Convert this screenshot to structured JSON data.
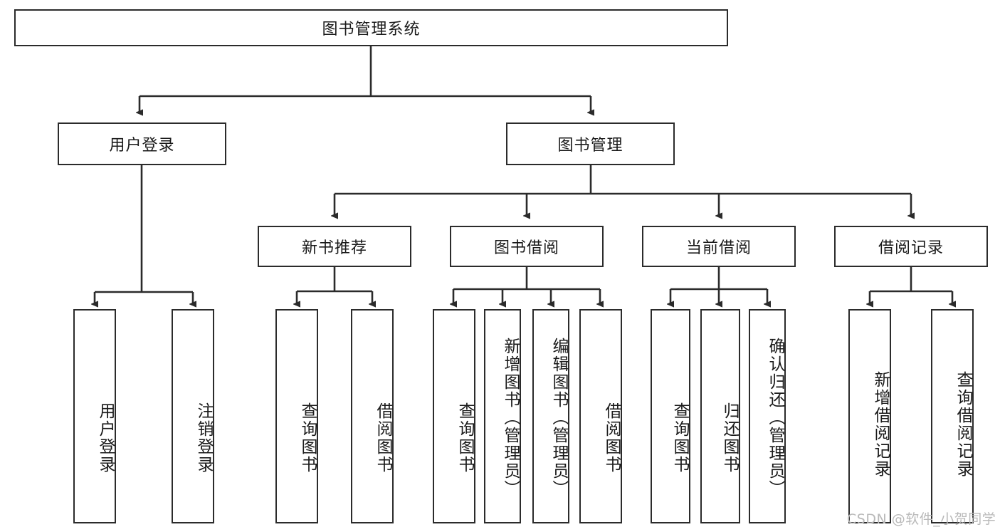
{
  "diagram": {
    "title": "图书管理系统",
    "type": "hierarchy-tree",
    "root": {
      "id": "root",
      "label": "图书管理系统",
      "orientation": "horizontal"
    },
    "level2": [
      {
        "id": "user-login",
        "label": "用户登录",
        "orientation": "horizontal"
      },
      {
        "id": "book-manage",
        "label": "图书管理",
        "orientation": "horizontal"
      }
    ],
    "level3": [
      {
        "id": "new-book-recommend",
        "label": "新书推荐",
        "orientation": "horizontal"
      },
      {
        "id": "book-borrow",
        "label": "图书借阅",
        "orientation": "horizontal"
      },
      {
        "id": "current-borrow",
        "label": "当前借阅",
        "orientation": "horizontal"
      },
      {
        "id": "borrow-record",
        "label": "借阅记录",
        "orientation": "horizontal"
      }
    ],
    "leaves": [
      {
        "id": "leaf-user-login",
        "label": "用户登录",
        "parent": "user-login",
        "orientation": "vertical"
      },
      {
        "id": "leaf-user-logout",
        "label": "注销登录",
        "parent": "user-login",
        "orientation": "vertical"
      },
      {
        "id": "leaf-query-book-1",
        "label": "查询图书",
        "parent": "new-book-recommend",
        "orientation": "vertical"
      },
      {
        "id": "leaf-borrow-book-1",
        "label": "借阅图书",
        "parent": "new-book-recommend",
        "orientation": "vertical"
      },
      {
        "id": "leaf-query-book-2",
        "label": "查询图书",
        "parent": "book-borrow",
        "orientation": "vertical"
      },
      {
        "id": "leaf-add-book",
        "label": "新增图书（管理员）",
        "parent": "book-borrow",
        "orientation": "vertical"
      },
      {
        "id": "leaf-edit-book",
        "label": "编辑图书（管理员）",
        "parent": "book-borrow",
        "orientation": "vertical"
      },
      {
        "id": "leaf-borrow-book-2",
        "label": "借阅图书",
        "parent": "book-borrow",
        "orientation": "vertical"
      },
      {
        "id": "leaf-query-book-3",
        "label": "查询图书",
        "parent": "current-borrow",
        "orientation": "vertical"
      },
      {
        "id": "leaf-return-book",
        "label": "归还图书",
        "parent": "current-borrow",
        "orientation": "vertical"
      },
      {
        "id": "leaf-confirm-return",
        "label": "确认归还（管理员）",
        "parent": "current-borrow",
        "orientation": "vertical"
      },
      {
        "id": "leaf-add-record",
        "label": "新增借阅记录",
        "parent": "borrow-record",
        "orientation": "vertical"
      },
      {
        "id": "leaf-query-record",
        "label": "查询借阅记录",
        "parent": "borrow-record",
        "orientation": "vertical"
      }
    ],
    "colors": {
      "stroke": "#2b2b2b",
      "background": "#ffffff",
      "text": "#1a1a1a",
      "watermark": "#b9b9b9"
    }
  },
  "watermark": {
    "text": "CSDN @软件_小贺同学"
  }
}
